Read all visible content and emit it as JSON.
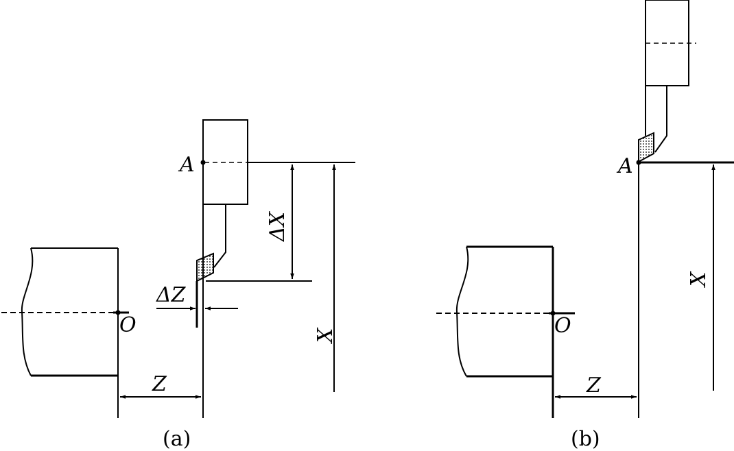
{
  "panel_a": {
    "caption": "(a)",
    "point_A": "A",
    "origin": "O",
    "delta_x": "ΔX",
    "delta_z": "ΔZ",
    "x_label": "X",
    "z_label": "Z"
  },
  "panel_b": {
    "caption": "(b)",
    "point_A": "A",
    "origin": "O",
    "x_label": "X",
    "z_label": "Z"
  },
  "colors": {
    "stroke": "#000000",
    "background": "#ffffff"
  }
}
